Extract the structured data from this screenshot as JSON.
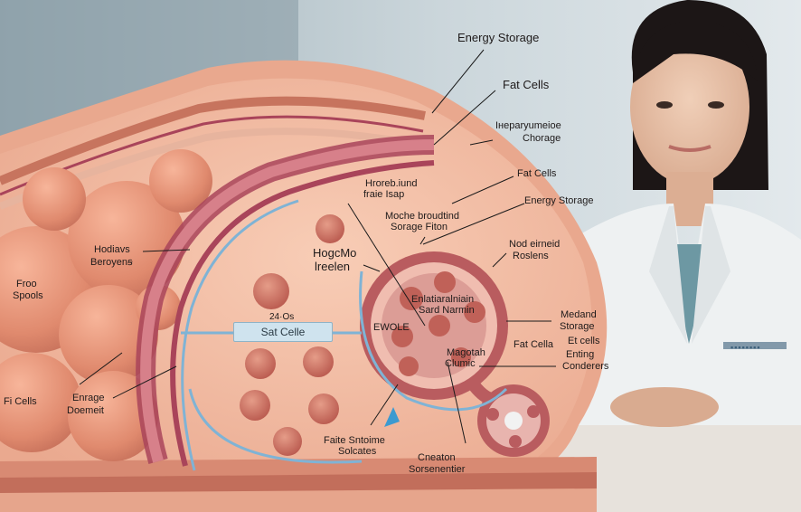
{
  "labels": {
    "energy_storage_top": "Energy Storage",
    "fat_cells_top": "Fat Cells",
    "hepary_charge_1": "Iнeparyumeioe",
    "hepary_charge_2": "Chorage",
    "fat_cells_mid": "Fat Cells",
    "energy_storage_mid": "Energy Storage",
    "hroreb_1": "Hroreb.iund",
    "hroreb_2": "fraie Isap",
    "moche_1": "Moche broudtind",
    "moche_2": "Sorage Fiton",
    "nod_1": "Nod eirneid",
    "nod_2": "Roslens",
    "hodiaus_1": "Hodiavs",
    "hodiaus_2": "Beroyenꞩ",
    "froo_1": "Froo",
    "froo_2": "Spools",
    "hogdmo_1": "HogcMo",
    "hogdmo_2": "lreelen",
    "pill_small": "24·Os",
    "pill": "Sat Celle",
    "ewole": "EWOLE",
    "inner_1": "Enlatiaralniain",
    "inner_2": "Sard Narmin",
    "medand_1": "Medand",
    "medand_2": "Storage",
    "fat_cella": "Fat Cella",
    "et_cells": "Et cells",
    "enting": "Enting",
    "condeters": "Conderers",
    "magotah_1": "Magotah",
    "magotah_2": "Clumic",
    "fi_cells": "Fi Cells",
    "enrage_1": "Enrage",
    "enrage_2": "Doemeit",
    "faite_1": "Faite Sntoime",
    "faite_2": "Solcates",
    "cneaton_1": "Cneaton",
    "cneaton_2": "Sorsenentier",
    "coat_stripe": "▪▪▪▪▪▪▪▪"
  },
  "colors": {
    "background": "#c9d3d8",
    "tissue": "#f1b9a0",
    "tissue_dark": "#d98c76",
    "membrane": "#a9445a",
    "vessel": "#7fb3d5",
    "coat": "#eef1f2"
  }
}
